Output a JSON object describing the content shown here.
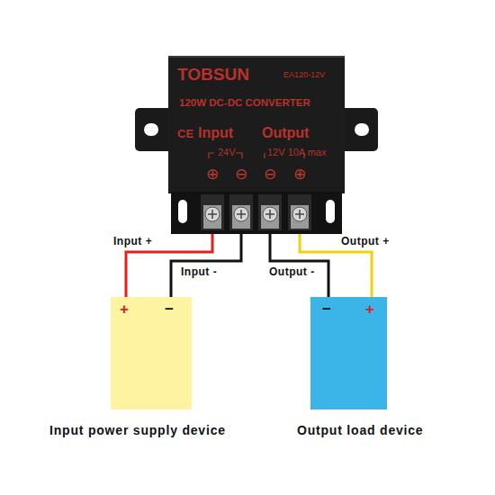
{
  "diagram": {
    "nodes": [
      {
        "text": [
          "TOBSUN",
          "EA120-12V",
          "120W DC-DC CONVERTER",
          "CE",
          "Input",
          "Output",
          "24V",
          "12V 10A max"
        ]
      },
      {
        "text": [
          "+",
          "−",
          "Input power supply device"
        ]
      },
      {
        "text": [
          "−",
          "+",
          "Output load device"
        ]
      }
    ],
    "edges": [
      {
        "from": 0,
        "to": 1,
        "arrow": "none",
        "label": "Input +"
      },
      {
        "from": 0,
        "to": 1,
        "arrow": "none",
        "label": "Input -"
      },
      {
        "from": 0,
        "to": 2,
        "arrow": "none",
        "label": "Output -"
      },
      {
        "from": 0,
        "to": 2,
        "arrow": "none",
        "label": "Output +"
      }
    ],
    "labels": [
      "⊕",
      "⊖",
      "⊖",
      "⊕"
    ]
  }
}
